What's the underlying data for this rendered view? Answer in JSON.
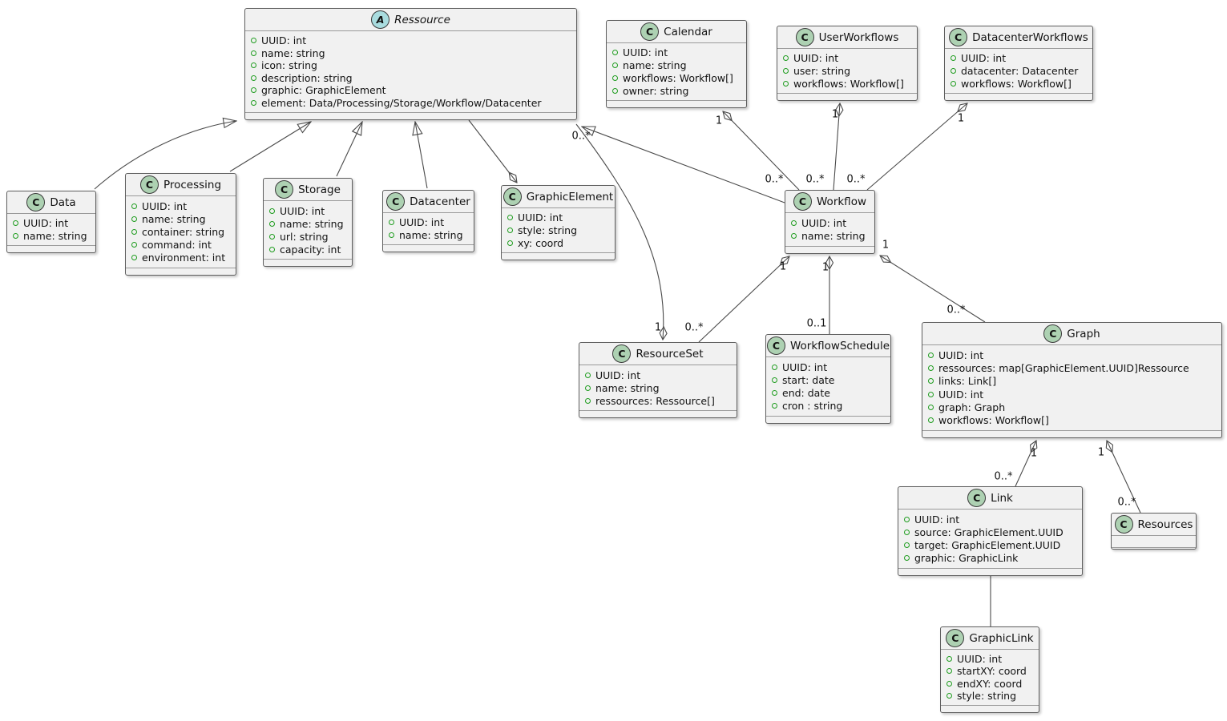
{
  "diagram_type": "uml-class-diagram",
  "colors": {
    "canvas_bg": "#FFFFFF",
    "box_bg": "#F1F1F1",
    "box_border": "#5E5E5E",
    "compartment_separator": "#9A9A9A",
    "class_spot_bg": "#ADD1B2",
    "abstract_spot_bg": "#A9DCDF",
    "field_bullet": "#1F9D1F",
    "edge": "#4A4A4A"
  },
  "classes": [
    {
      "id": "ressource",
      "name": "Ressource",
      "spot": "A",
      "abstract": true,
      "attributes": [
        "UUID: int",
        "name: string",
        "icon: string",
        "description: string",
        "graphic: GraphicElement",
        "element: Data/Processing/Storage/Workflow/Datacenter"
      ]
    },
    {
      "id": "calendar",
      "name": "Calendar",
      "spot": "C",
      "abstract": false,
      "attributes": [
        "UUID: int",
        "name: string",
        "workflows: Workflow[]",
        "owner: string"
      ]
    },
    {
      "id": "user-workflows",
      "name": "UserWorkflows",
      "spot": "C",
      "abstract": false,
      "attributes": [
        "UUID: int",
        "user: string",
        "workflows: Workflow[]"
      ]
    },
    {
      "id": "datacenter-workflows",
      "name": "DatacenterWorkflows",
      "spot": "C",
      "abstract": false,
      "attributes": [
        "UUID: int",
        "datacenter: Datacenter",
        "workflows: Workflow[]"
      ]
    },
    {
      "id": "data",
      "name": "Data",
      "spot": "C",
      "abstract": false,
      "attributes": [
        "UUID: int",
        "name: string"
      ]
    },
    {
      "id": "processing",
      "name": "Processing",
      "spot": "C",
      "abstract": false,
      "attributes": [
        "UUID: int",
        "name: string",
        "container: string",
        "command: int",
        "environment: int"
      ]
    },
    {
      "id": "storage",
      "name": "Storage",
      "spot": "C",
      "abstract": false,
      "attributes": [
        "UUID: int",
        "name: string",
        "url: string",
        "capacity: int"
      ]
    },
    {
      "id": "datacenter",
      "name": "Datacenter",
      "spot": "C",
      "abstract": false,
      "attributes": [
        "UUID: int",
        "name: string"
      ]
    },
    {
      "id": "graphic-element",
      "name": "GraphicElement",
      "spot": "C",
      "abstract": false,
      "attributes": [
        "UUID: int",
        "style: string",
        "xy: coord"
      ]
    },
    {
      "id": "workflow",
      "name": "Workflow",
      "spot": "C",
      "abstract": false,
      "attributes": [
        "UUID: int",
        "name: string"
      ]
    },
    {
      "id": "resource-set",
      "name": "ResourceSet",
      "spot": "C",
      "abstract": false,
      "attributes": [
        "UUID: int",
        "name: string",
        "ressources: Ressource[]"
      ]
    },
    {
      "id": "workflow-schedule",
      "name": "WorkflowSchedule",
      "spot": "C",
      "abstract": false,
      "attributes": [
        "UUID: int",
        "start: date",
        "end: date",
        "cron : string"
      ]
    },
    {
      "id": "graph",
      "name": "Graph",
      "spot": "C",
      "abstract": false,
      "attributes": [
        "UUID: int",
        "ressources: map[GraphicElement.UUID]Ressource",
        "links: Link[]",
        "UUID: int",
        "graph: Graph",
        "workflows: Workflow[]"
      ]
    },
    {
      "id": "link",
      "name": "Link",
      "spot": "C",
      "abstract": false,
      "attributes": [
        "UUID: int",
        "source: GraphicElement.UUID",
        "target: GraphicElement.UUID",
        "graphic: GraphicLink"
      ]
    },
    {
      "id": "resources",
      "name": "Resources",
      "spot": "C",
      "abstract": false,
      "attributes": []
    },
    {
      "id": "graphic-link",
      "name": "GraphicLink",
      "spot": "C",
      "abstract": false,
      "attributes": [
        "UUID: int",
        "startXY: coord",
        "endXY: coord",
        "style: string"
      ]
    }
  ],
  "relationships": [
    {
      "id": "data-extends-ressource",
      "from": "Data",
      "to": "Ressource",
      "type": "inheritance",
      "from_label": "",
      "to_label": ""
    },
    {
      "id": "processing-extends-ressource",
      "from": "Processing",
      "to": "Ressource",
      "type": "inheritance",
      "from_label": "",
      "to_label": ""
    },
    {
      "id": "storage-extends-ressource",
      "from": "Storage",
      "to": "Ressource",
      "type": "inheritance",
      "from_label": "",
      "to_label": ""
    },
    {
      "id": "datacenter-extends-ressource",
      "from": "Datacenter",
      "to": "Ressource",
      "type": "inheritance",
      "from_label": "",
      "to_label": ""
    },
    {
      "id": "workflow-extends-ressource",
      "from": "Workflow",
      "to": "Ressource",
      "type": "inheritance",
      "from_label": "",
      "to_label": ""
    },
    {
      "id": "graphicelement-ressource",
      "from": "GraphicElement",
      "to": "Ressource",
      "type": "aggregation",
      "from_label": "",
      "to_label": ""
    },
    {
      "id": "calendar-workflow",
      "from": "Calendar",
      "to": "Workflow",
      "type": "aggregation",
      "from_label": "1",
      "to_label": "0..*"
    },
    {
      "id": "userworkflows-workflow",
      "from": "UserWorkflows",
      "to": "Workflow",
      "type": "aggregation",
      "from_label": "1",
      "to_label": "0..*"
    },
    {
      "id": "datacenterworkflows-workflow",
      "from": "DatacenterWorkflows",
      "to": "Workflow",
      "type": "aggregation",
      "from_label": "1",
      "to_label": "0..*"
    },
    {
      "id": "resourceset-ressource",
      "from": "ResourceSet",
      "to": "Ressource",
      "type": "aggregation",
      "from_label": "1",
      "to_label": "0..*"
    },
    {
      "id": "workflow-resourceset",
      "from": "Workflow",
      "to": "ResourceSet",
      "type": "aggregation",
      "from_label": "1",
      "to_label": "0..*"
    },
    {
      "id": "workflow-workflowschedule",
      "from": "Workflow",
      "to": "WorkflowSchedule",
      "type": "aggregation",
      "from_label": "1",
      "to_label": "0..1"
    },
    {
      "id": "workflow-graph",
      "from": "Workflow",
      "to": "Graph",
      "type": "aggregation",
      "from_label": "1",
      "to_label": "0..*"
    },
    {
      "id": "graph-link",
      "from": "Graph",
      "to": "Link",
      "type": "aggregation",
      "from_label": "1",
      "to_label": "0..*"
    },
    {
      "id": "graph-resources",
      "from": "Graph",
      "to": "Resources",
      "type": "aggregation",
      "from_label": "1",
      "to_label": "0..*"
    },
    {
      "id": "link-graphiclink",
      "from": "Link",
      "to": "GraphicLink",
      "type": "association",
      "from_label": "",
      "to_label": ""
    }
  ]
}
